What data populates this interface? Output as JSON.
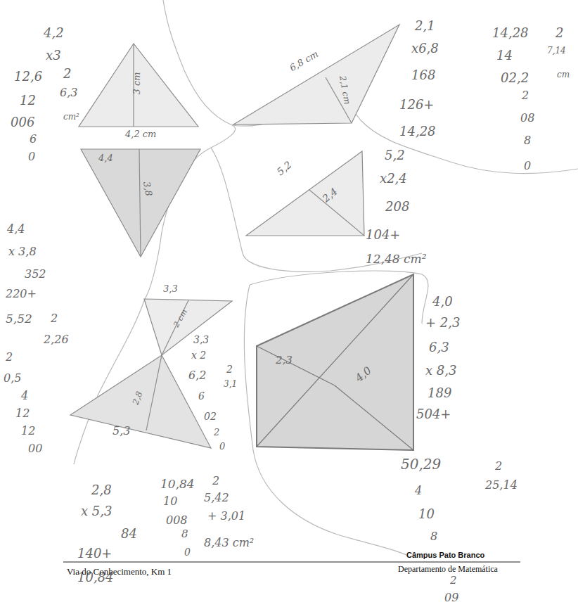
{
  "diagram": {
    "labels": [
      "4,2",
      "x3",
      "12,6",
      "2",
      "6,3",
      "12",
      "006",
      "6",
      "0",
      "cm²",
      "3 cm",
      "4,2 cm",
      "6,8 cm",
      "2,1 cm",
      "4,4",
      "3,8",
      "5,2",
      "2,4",
      "5,2",
      "x2,4",
      "208",
      "104+",
      "12,48 cm²",
      "2,1",
      "x6,8",
      "168",
      "126+",
      "14,28",
      "14,28",
      "2",
      "7,14",
      "14",
      "02,2",
      "2",
      "08",
      "8",
      "0",
      "cm",
      "4,4",
      "x 3,8",
      "352",
      "220+",
      "5,52",
      "2",
      "2,26",
      "2",
      "0,5",
      "4",
      "12",
      "12",
      "00",
      "3,3",
      "2 cm",
      "2,8",
      "5,3",
      "3,3",
      "x 2",
      "6,2",
      "2",
      "3,1",
      "6",
      "02",
      "2",
      "0",
      "2,8",
      "x 5,3",
      "84",
      "140+",
      "10,84",
      "10,84",
      "2",
      "5,42",
      "10",
      "008",
      "+ 3,01",
      "8",
      "8,43 cm²",
      "0",
      "2,3",
      "4,0",
      "4,0",
      "+ 2,3",
      "6,3",
      "x 8,3",
      "189",
      "504+",
      "50,29",
      "2",
      "25,14",
      "4",
      "10",
      "8",
      "2",
      "09",
      "Via do Conhecimento, Km 1",
      "Câmpus Pato Branco",
      "Departamento de Matemática"
    ]
  }
}
